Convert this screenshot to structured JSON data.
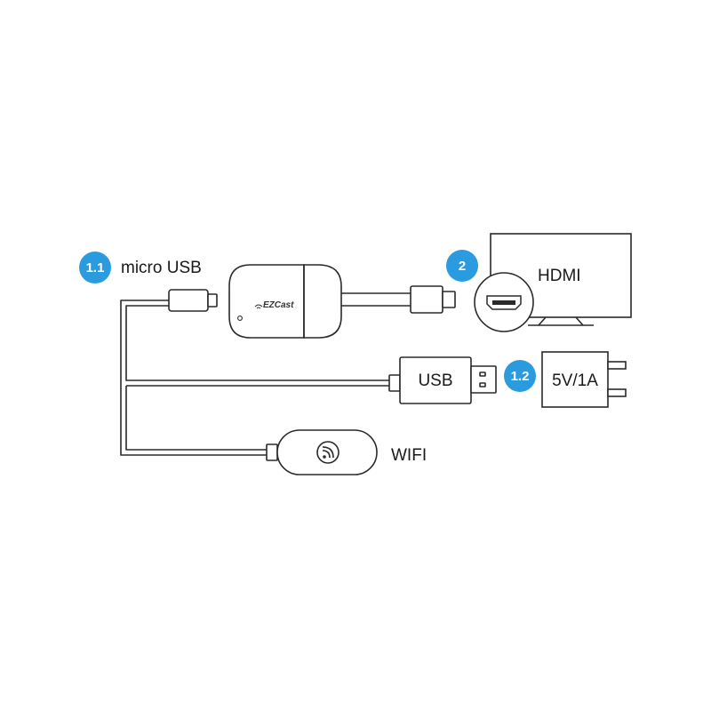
{
  "steps": {
    "micro_usb": {
      "number": "1.1",
      "label": "micro USB"
    },
    "hdmi": {
      "number": "2",
      "label": "HDMI"
    },
    "power": {
      "number": "1.2",
      "label": "5V/1A"
    }
  },
  "connectors": {
    "usb_label": "USB",
    "wifi_label": "WIFI"
  },
  "device": {
    "brand": "EZCast"
  },
  "icons": {
    "wifi_antenna": "wifi-signal-icon",
    "hdmi_port": "hdmi-port-icon"
  },
  "colors": {
    "badge": "#2b9be0",
    "line": "#2a2a2a",
    "background": "#ffffff"
  }
}
